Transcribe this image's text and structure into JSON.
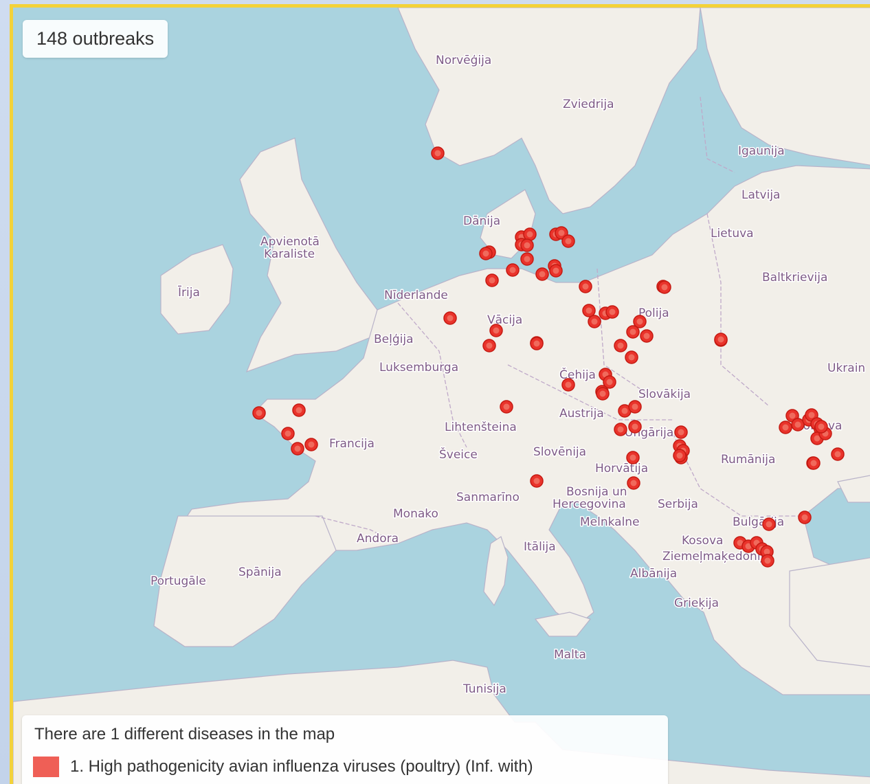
{
  "outbreak_count": "148 outbreaks",
  "legend": {
    "title": "There are 1 different diseases in the map",
    "items": [
      {
        "label": "1. High pathogenicity avian influenza viruses (poultry) (Inf. with)",
        "color": "#ef5f56"
      }
    ]
  },
  "map_labels": {
    "norway": "Norvēģija",
    "sweden": "Zviedrija",
    "estonia": "Igaunija",
    "latvia": "Latvija",
    "lithuania": "Lietuva",
    "belarus": "Baltkrievija",
    "ukraine": "Ukrain",
    "denmark": "Dānija",
    "uk1": "Apvienotā",
    "uk2": "Karaliste",
    "ireland": "Īrija",
    "netherlands": "Nīderlande",
    "germany": "Vācija",
    "poland": "Polija",
    "belgium": "Beļģija",
    "luxembourg": "Luksemburga",
    "czechia": "Čehija",
    "slovakia": "Slovākija",
    "austria": "Austrija",
    "liechtenstein": "Lihtenšteina",
    "hungary": "Ungārija",
    "france": "Francija",
    "switzerland": "Šveice",
    "slovenia": "Slovēnija",
    "croatia": "Horvātija",
    "romania": "Rumānija",
    "moldova": "Moldova",
    "bosnia1": "Bosnija un",
    "bosnia2": "Hercegovina",
    "serbia": "Serbija",
    "sanmarino": "Sanmarīno",
    "monaco": "Monako",
    "montenegro": "Melnkalne",
    "bulgaria": "Bulgārija",
    "andorra": "Andora",
    "kosovo": "Kosova",
    "italy": "Itālija",
    "northmacedonia": "Ziemeļmaķedonija",
    "albania": "Albānija",
    "portugal": "Portugāle",
    "spain": "Spānija",
    "greece": "Grieķija",
    "malta": "Malta",
    "tunisia": "Tunisija"
  },
  "colors": {
    "sea": "#aad3df",
    "land": "#f2efe9",
    "marker": "#e9332b",
    "frame_border": "#f3d23a"
  }
}
